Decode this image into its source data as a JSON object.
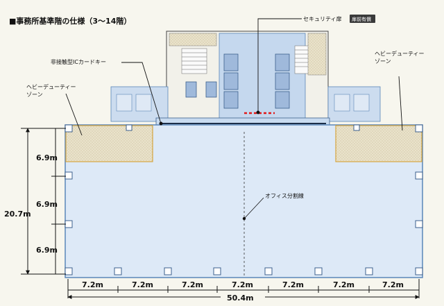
{
  "title": "■事務所基準階の仕様（3〜14階）",
  "labels": {
    "security_door": "セキュリティ扉",
    "security_badge": "扉前有償",
    "card_key": "非接触型ICカードキー",
    "heavy_duty_left": "ヘビーデューティー\nゾーン",
    "heavy_duty_right": "ヘビーデューティー\nゾーン",
    "office_divider": "オフィス分割線"
  },
  "dimensions": {
    "bays_y": [
      "6.9m",
      "6.9m",
      "6.9m"
    ],
    "total_y": "20.7m",
    "bays_x": [
      "7.2m",
      "7.2m",
      "7.2m",
      "7.2m",
      "7.2m",
      "7.2m",
      "7.2m"
    ],
    "total_x": "50.4m"
  },
  "colors": {
    "floor_fill": "#dde9f7",
    "floor_border": "#5a86b8",
    "core_fill": "#b7cde8",
    "heavy_duty_fill": "#e8e0c8",
    "heavy_duty_border": "#d6a640",
    "security_red": "#e01818"
  }
}
